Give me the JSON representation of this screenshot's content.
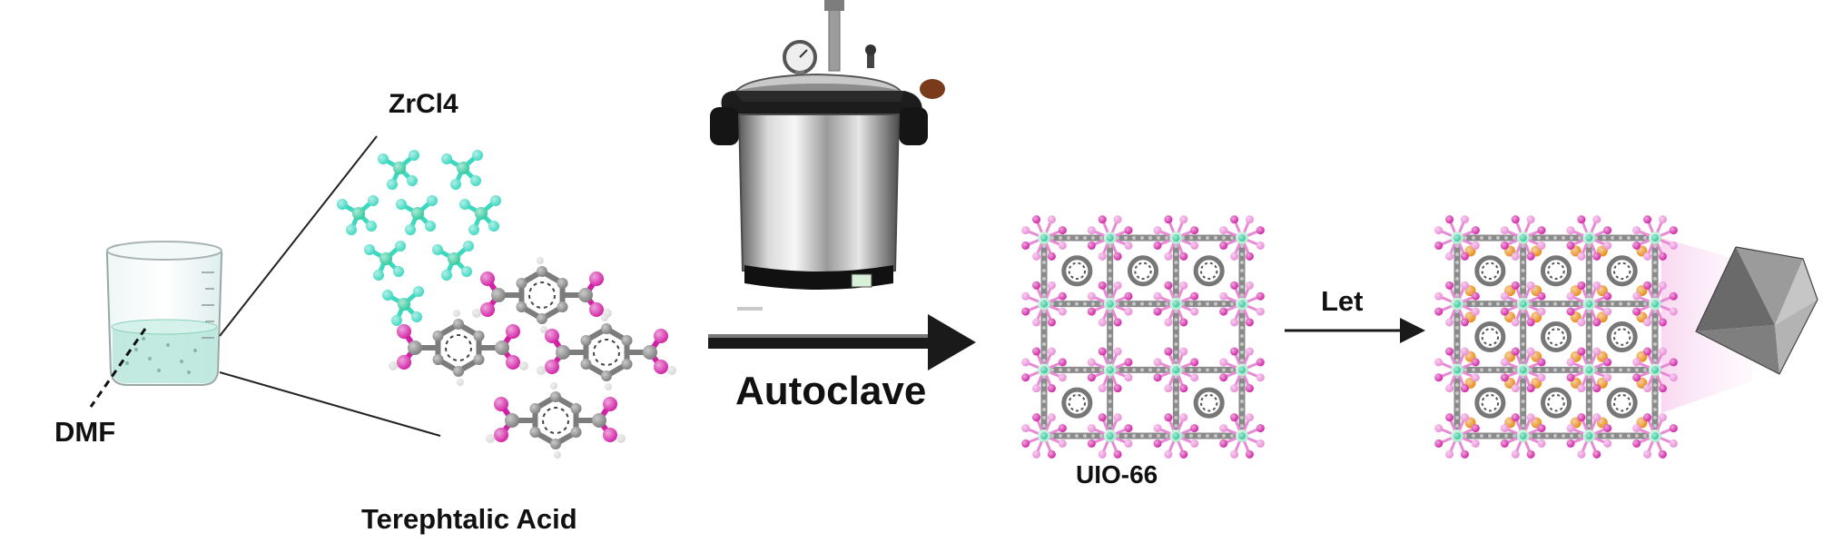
{
  "labels": {
    "zrcl4": "ZrCl4",
    "terephthalic_acid": "Terephtalic Acid",
    "dmf": "DMF",
    "autoclave": "Autoclave",
    "uio66": "UIO-66",
    "let": "Let"
  },
  "colors": {
    "zirconium_cl": "#2ec99a",
    "chlorine": "#3cd8c0",
    "carbon": "#7c7c7c",
    "oxygen": "#d21fa5",
    "hydrogen": "#d8d8d8",
    "zr_node_pink": "#e98ad6",
    "guest_orange": "#e88a13",
    "solution": "#b9e6dc",
    "arrow": "#1a1a1a"
  },
  "icons": [
    "beaker-icon",
    "autoclave-icon",
    "octahedron-icon"
  ]
}
